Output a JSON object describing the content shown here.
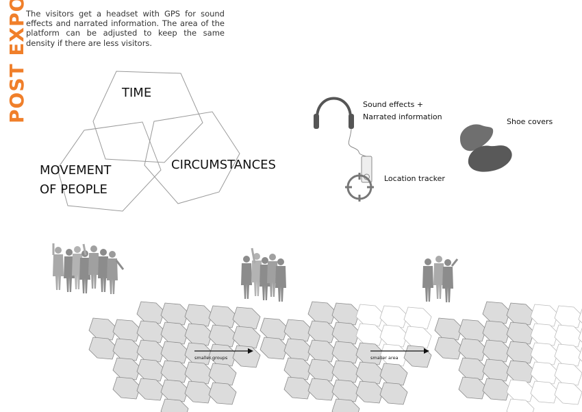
{
  "title": "POST EXPO",
  "intro": "The visitors get a headset with GPS for sound effects and narrated information. The area of the platform can be adjusted to keep the same density if there are less visitors.",
  "venn": {
    "time": "TIME",
    "movement_line1": "MOVEMENT",
    "movement_line2": "OF PEOPLE",
    "circumstances": "CIRCUMSTANCES"
  },
  "equipment": {
    "sound_line1": "Sound effects +",
    "sound_line2": "Narrated information",
    "location": "Location tracker",
    "shoes": "Shoe covers"
  },
  "arrows": {
    "first": "smaller groups",
    "second": "smaller area"
  },
  "colors": {
    "accent": "#f07f2a",
    "hex_fill": "#dcdcdc",
    "person": "#8c8c8c"
  }
}
